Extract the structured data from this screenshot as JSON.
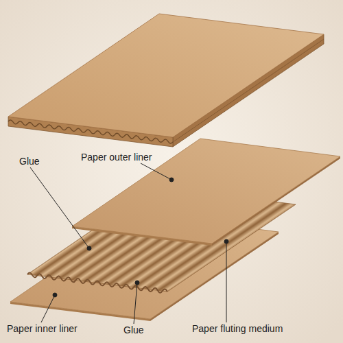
{
  "diagram": {
    "labels": [
      "Glue",
      "Paper outer liner",
      "Paper inner liner",
      "Glue",
      "Paper fluting medium"
    ]
  }
}
